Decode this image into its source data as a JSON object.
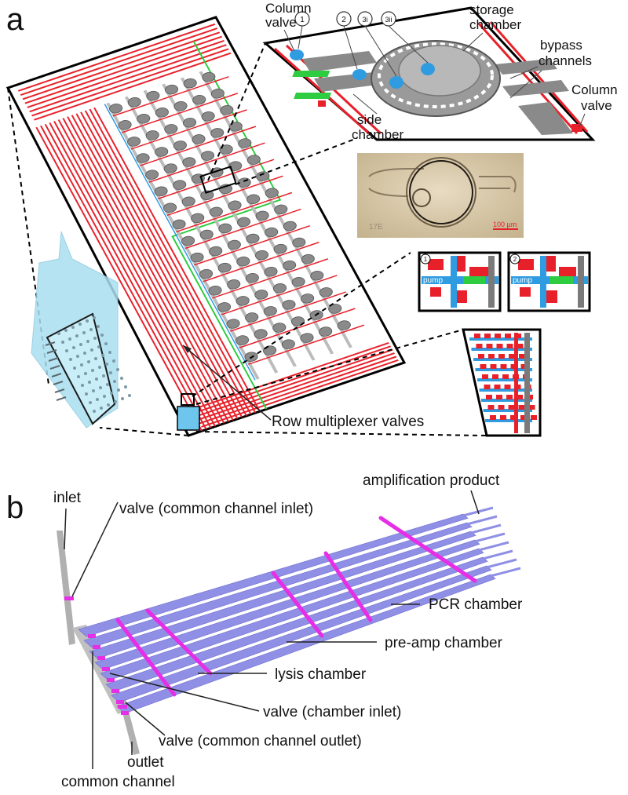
{
  "panel_a": {
    "letter": "a",
    "labels": {
      "column_valve_top": [
        "Column",
        "valve"
      ],
      "storage_chamber": [
        "storage",
        "chamber"
      ],
      "bypass_channels": [
        "bypass",
        "channels"
      ],
      "column_valve_right": [
        "Column",
        "valve"
      ],
      "side_chamber": [
        "side",
        "chamber"
      ],
      "scale_bar": "100 µm",
      "micro_id": "17E",
      "pump_1": "pump",
      "pump_2": "pump",
      "row_mux": "Row multiplexer valves"
    },
    "step_markers": [
      "1",
      "2",
      "3i",
      "3ii"
    ],
    "inset_markers": [
      "1",
      "2"
    ]
  },
  "panel_b": {
    "letter": "b",
    "labels": {
      "inlet": "inlet",
      "valve_common_inlet": "valve (common channel inlet)",
      "amplification_product": "amplification product",
      "pcr_chamber": "PCR chamber",
      "preamp_chamber": "pre-amp chamber",
      "lysis_chamber": "lysis chamber",
      "valve_chamber_inlet": "valve (chamber inlet)",
      "valve_common_outlet": "valve (common channel outlet)",
      "outlet": "outlet",
      "common_channel": "common channel"
    }
  },
  "colors": {
    "control_line": "#e8202a",
    "flow_blue": "#2f9be0",
    "chamber_grey": "#8a8a8a",
    "green_line": "#2ecc40",
    "channel_purple": "#8f8fe6",
    "valve_magenta": "#e62ee6",
    "photo_bg": "#d9c9a8"
  }
}
